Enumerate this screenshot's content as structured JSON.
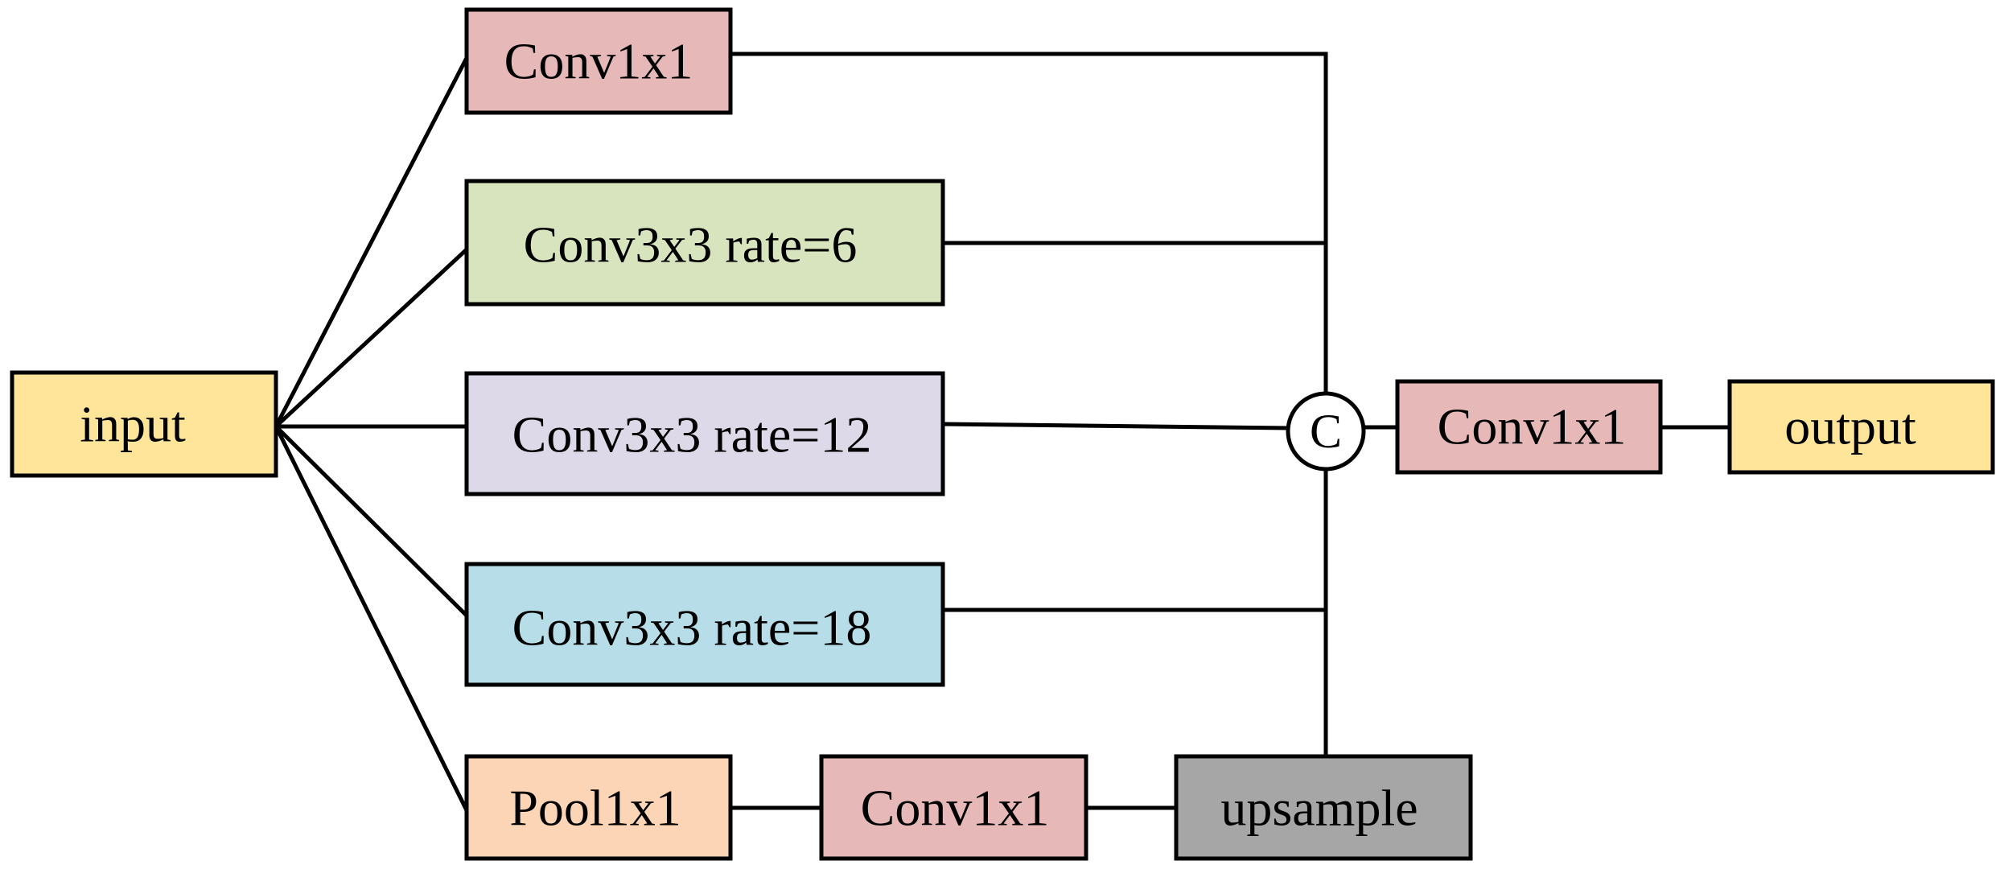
{
  "diagram": {
    "nodes": {
      "input": {
        "label": "input",
        "color": "#FEE599"
      },
      "conv1x1_top": {
        "label": "Conv1x1",
        "color": "#E6B9B8"
      },
      "conv3x3_r6": {
        "label": "Conv3x3 rate=6",
        "color": "#D7E4BD"
      },
      "conv3x3_r12": {
        "label": "Conv3x3 rate=12",
        "color": "#DDD9E8"
      },
      "conv3x3_r18": {
        "label": "Conv3x3 rate=18",
        "color": "#B7DEE8"
      },
      "pool1x1": {
        "label": "Pool1x1",
        "color": "#FBD5B5"
      },
      "conv1x1_pool": {
        "label": "Conv1x1",
        "color": "#E6B9B8"
      },
      "upsample": {
        "label": "upsample",
        "color": "#A6A6A6"
      },
      "conv1x1_out": {
        "label": "Conv1x1",
        "color": "#E6B9B8"
      },
      "output": {
        "label": "output",
        "color": "#FEE599"
      }
    },
    "concat": {
      "label": "C"
    },
    "edges": [
      [
        "input",
        "conv1x1_top"
      ],
      [
        "input",
        "conv3x3_r6"
      ],
      [
        "input",
        "conv3x3_r12"
      ],
      [
        "input",
        "conv3x3_r18"
      ],
      [
        "input",
        "pool1x1"
      ],
      [
        "pool1x1",
        "conv1x1_pool"
      ],
      [
        "conv1x1_pool",
        "upsample"
      ],
      [
        "conv1x1_top",
        "concat"
      ],
      [
        "conv3x3_r6",
        "concat"
      ],
      [
        "conv3x3_r12",
        "concat"
      ],
      [
        "conv3x3_r18",
        "concat"
      ],
      [
        "upsample",
        "concat"
      ],
      [
        "concat",
        "conv1x1_out"
      ],
      [
        "conv1x1_out",
        "output"
      ]
    ]
  }
}
